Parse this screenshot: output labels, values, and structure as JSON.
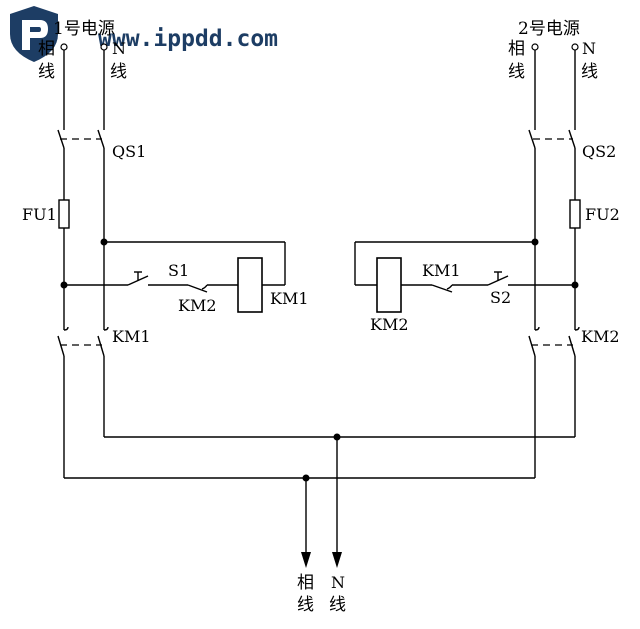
{
  "watermark": {
    "text": "www.ippdd.com",
    "logo": "ippdd-logo-icon"
  },
  "sources": {
    "left": {
      "title": "1号电源",
      "phase": [
        "相",
        "线"
      ],
      "neutral": "N",
      "neutral_line": "线"
    },
    "right": {
      "title": "2号电源",
      "phase": [
        "相",
        "线"
      ],
      "neutral": "N",
      "neutral_line": "线"
    }
  },
  "components": {
    "qs1": "QS1",
    "qs2": "QS2",
    "fu1": "FU1",
    "fu2": "FU2",
    "s1": "S1",
    "s2": "S2",
    "km2_interlock_left": "KM2",
    "km1_coil": "KM1",
    "km1_interlock_right": "KM1",
    "km2_coil": "KM2",
    "km1_main": "KM1",
    "km2_main": "KM2"
  },
  "output": {
    "phase": [
      "相",
      "线"
    ],
    "neutral": "N",
    "neutral_line": "线"
  },
  "colors": {
    "line": "#000000",
    "watermark": "#1d3d64",
    "background": "#ffffff"
  }
}
